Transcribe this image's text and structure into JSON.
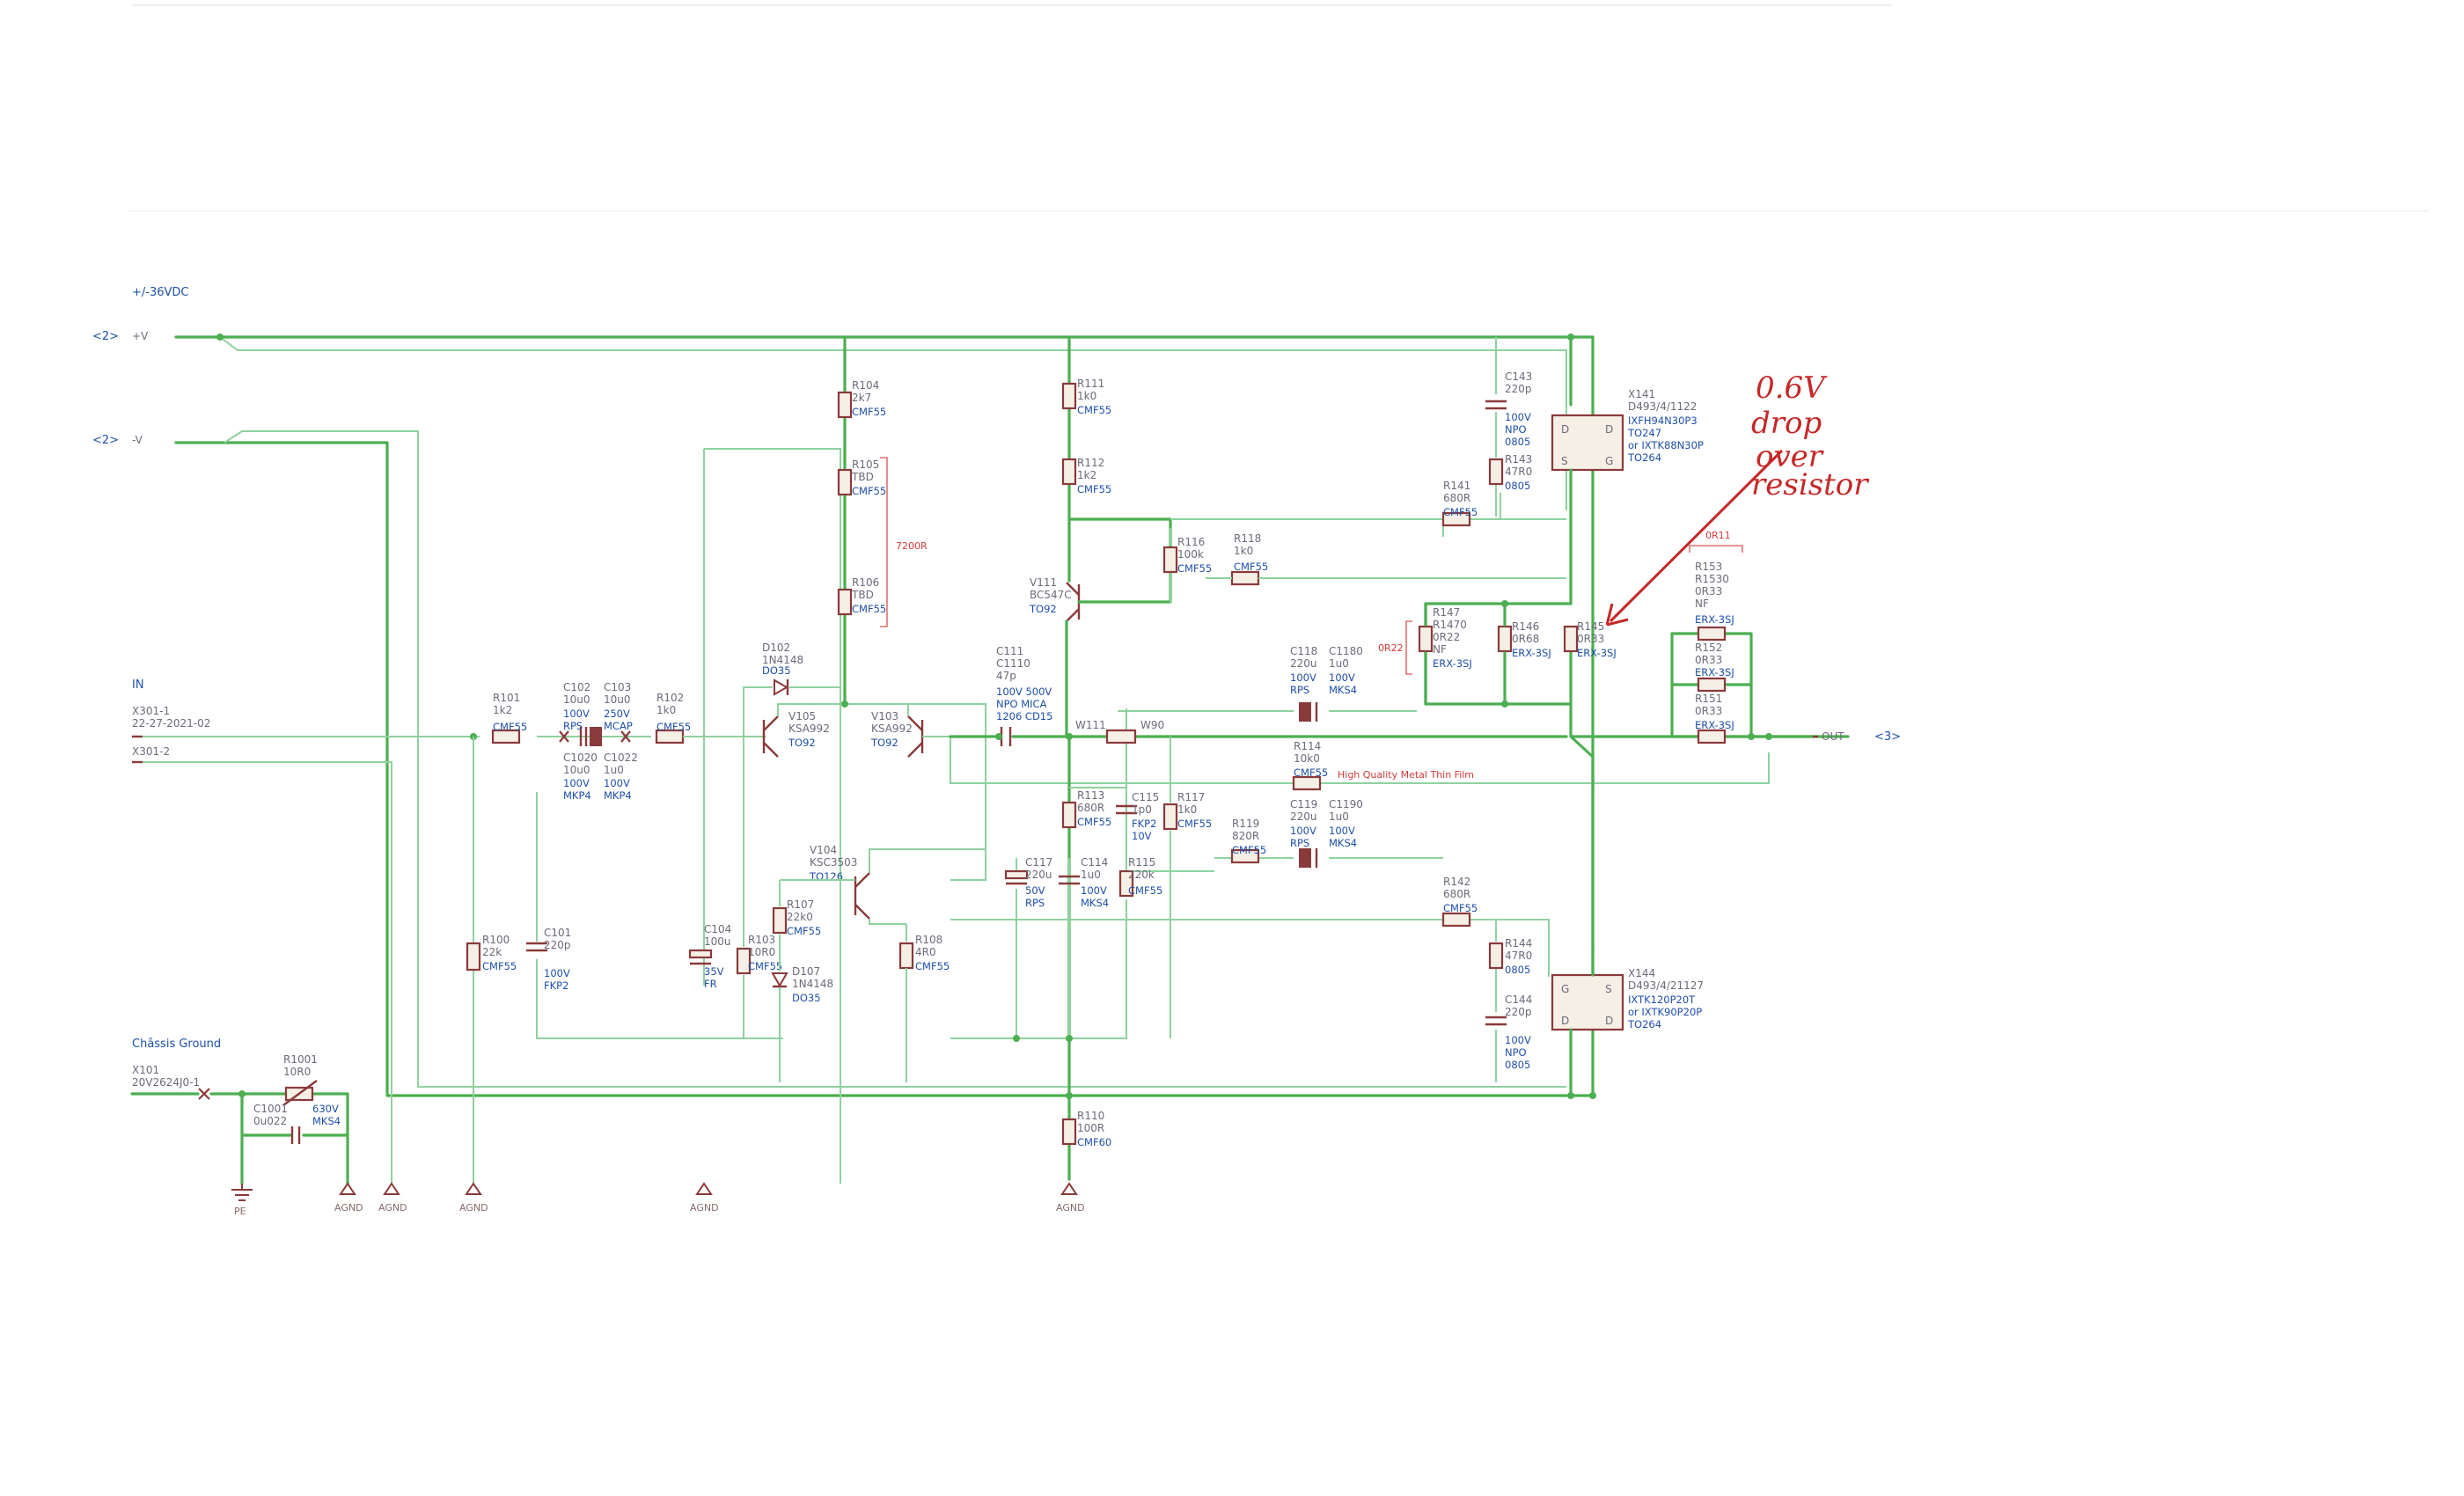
{
  "nets": {
    "supply_title": "+/-36VDC",
    "pos_port": "<2>",
    "pos_name": "+V",
    "neg_port": "<2>",
    "neg_name": "-V",
    "in_title": "IN",
    "in_conn1": "X301-1",
    "in_conn1_val": "22-27-2021-02",
    "in_conn2": "X301-2",
    "out_name": "OUT",
    "out_port": "<3>",
    "chassis_title": "Châssis Ground",
    "chassis_conn": "X101",
    "chassis_conn_val": "20V2624J0-1",
    "pe": "PE"
  },
  "grounds": [
    "AGND",
    "AGND",
    "AGND",
    "AGND",
    "AGND"
  ],
  "parts": {
    "R101": {
      "ref": "R101",
      "val": "1k2",
      "pkg": "CMF55"
    },
    "C102": {
      "ref": "C102",
      "v1": "10u0",
      "v2": "100V",
      "v3": "RPS"
    },
    "C103": {
      "ref": "C103",
      "v1": "10u0",
      "v2": "250V",
      "v3": "MCAP"
    },
    "C1020": {
      "ref": "C1020",
      "v1": "10u0",
      "v2": "100V",
      "v3": "MKP4"
    },
    "C1022": {
      "ref": "C1022",
      "v1": "1u0",
      "v2": "100V",
      "v3": "MKP4"
    },
    "R102": {
      "ref": "R102",
      "val": "1k0",
      "pkg": "CMF55"
    },
    "R100": {
      "ref": "R100",
      "val": "22k",
      "pkg": "CMF55"
    },
    "C101": {
      "ref": "C101",
      "v1": "220p",
      "v2": "100V",
      "v3": "FKP2"
    },
    "C104": {
      "ref": "C104",
      "v1": "100u",
      "v2": "35V",
      "v3": "FR"
    },
    "R103": {
      "ref": "R103",
      "val": "10R0",
      "pkg": "CMF55"
    },
    "R107": {
      "ref": "R107",
      "val": "22k0",
      "pkg": "CMF55"
    },
    "D107": {
      "ref": "D107",
      "val": "1N4148",
      "pkg": "DO35"
    },
    "D102": {
      "ref": "D102",
      "val": "1N4148",
      "pkg": "DO35"
    },
    "V105": {
      "ref": "V105",
      "val": "KSA992",
      "pkg": "TO92"
    },
    "V103": {
      "ref": "V103",
      "val": "KSA992",
      "pkg": "TO92"
    },
    "V104": {
      "ref": "V104",
      "val": "KSC3503",
      "pkg": "TO126"
    },
    "R108": {
      "ref": "R108",
      "val": "4R0",
      "pkg": "CMF55"
    },
    "R104": {
      "ref": "R104",
      "val": "2k7",
      "pkg": "CMF55"
    },
    "R105": {
      "ref": "R105",
      "val": "TBD",
      "pkg": "CMF55"
    },
    "R106": {
      "ref": "R106",
      "val": "TBD",
      "pkg": "CMF55"
    },
    "bracket_r": "7200R",
    "R111": {
      "ref": "R111",
      "val": "1k0",
      "pkg": "CMF55"
    },
    "R112": {
      "ref": "R112",
      "val": "1k2",
      "pkg": "CMF55"
    },
    "V111": {
      "ref": "V111",
      "val": "BC547C",
      "pkg": "TO92"
    },
    "R116": {
      "ref": "R116",
      "val": "100k",
      "pkg": "CMF55"
    },
    "R118": {
      "ref": "R118",
      "val": "1k0",
      "pkg": "CMF55"
    },
    "C111": {
      "ref": "C111",
      "v0": "C1110",
      "v1": "47p",
      "v2": "100V 500V",
      "v3": "NPO MICA",
      "v4": "1206 CD15"
    },
    "W111": {
      "ref": "W111",
      "val": "W90"
    },
    "C118": {
      "ref": "C118",
      "v1": "220u",
      "v2": "100V",
      "v3": "RPS"
    },
    "C1180": {
      "ref": "C1180",
      "v1": "1u0",
      "v2": "100V",
      "v3": "MKS4"
    },
    "R114": {
      "ref": "R114",
      "val": "10k0",
      "pkg": "CMF55"
    },
    "hq_note": "High Quality Metal Thin Film",
    "R113": {
      "ref": "R113",
      "val": "680R",
      "pkg": "CMF55"
    },
    "C115": {
      "ref": "C115",
      "v1": "1p0",
      "v2": "FKP2",
      "v3": "10V"
    },
    "R117": {
      "ref": "R117",
      "val": "1k0",
      "pkg": "CMF55"
    },
    "C119": {
      "ref": "C119",
      "v1": "220u",
      "v2": "100V",
      "v3": "RPS"
    },
    "C1190": {
      "ref": "C1190",
      "v1": "1u0",
      "v2": "100V",
      "v3": "MKS4"
    },
    "R119": {
      "ref": "R119",
      "val": "820R",
      "pkg": "CMF55"
    },
    "C117": {
      "ref": "C117",
      "v1": "220u",
      "v2": "50V",
      "v3": "RPS"
    },
    "C114": {
      "ref": "C114",
      "v1": "1u0",
      "v2": "100V",
      "v3": "MKS4"
    },
    "R115": {
      "ref": "R115",
      "val": "220k",
      "pkg": "CMF55"
    },
    "R110": {
      "ref": "R110",
      "val": "100R",
      "pkg": "CMF60"
    },
    "C143": {
      "ref": "C143",
      "v1": "220p",
      "v2": "100V",
      "v3": "NPO",
      "v4": "0805"
    },
    "R143": {
      "ref": "R143",
      "val": "47R0",
      "pkg": "0805"
    },
    "R141": {
      "ref": "R141",
      "val": "680R",
      "pkg": "CMF55"
    },
    "X141": {
      "ref": "X141",
      "v1": "D493/4/1122",
      "v2": "IXFH94N30P3",
      "v3": "TO247",
      "v4": "or IXTK88N30P",
      "v5": "TO264",
      "pinD1": "D",
      "pinD2": "D",
      "pinS": "S",
      "pinG": "G"
    },
    "R147": {
      "ref": "R147",
      "v0": "R1470",
      "v1": "0R22",
      "v2": "NF",
      "pkg": "ERX-3SJ"
    },
    "bracket_vr": "0R22",
    "R146": {
      "ref": "R146",
      "val": "0R68",
      "pkg": "ERX-3SJ"
    },
    "R145": {
      "ref": "R145",
      "val": "0R33",
      "pkg": "ERX-3SJ"
    },
    "R153": {
      "ref": "R153",
      "v0": "R1530",
      "v1": "0R33",
      "v2": "NF",
      "pkg": "ERX-3SJ"
    },
    "bracket_out": "0R11",
    "R152": {
      "ref": "R152",
      "val": "0R33",
      "pkg": "ERX-3SJ"
    },
    "R151": {
      "ref": "R151",
      "val": "0R33",
      "pkg": "ERX-3SJ"
    },
    "R142": {
      "ref": "R142",
      "val": "680R",
      "pkg": "CMF55"
    },
    "R144": {
      "ref": "R144",
      "val": "47R0",
      "pkg": "0805"
    },
    "C144": {
      "ref": "C144",
      "v1": "220p",
      "v2": "100V",
      "v3": "NPO",
      "v4": "0805"
    },
    "X144": {
      "ref": "X144",
      "v1": "D493/4/21127",
      "v2": "IXTK120P20T",
      "v3": "or IXTK90P20P",
      "v4": "TO264",
      "pinG": "G",
      "pinS": "S",
      "pinD1": "D",
      "pinD2": "D"
    },
    "R1001": {
      "ref": "R1001",
      "val": "10R0"
    },
    "C1001": {
      "ref": "C1001",
      "v1": "0u022",
      "v2": "630V",
      "v3": "MKS4"
    }
  },
  "annotation": {
    "lines": [
      "0.6V",
      "drop",
      "over",
      "resistor"
    ],
    "color": "#c62828"
  },
  "colors": {
    "wire": "#4caf50",
    "component": "#8a3a3a",
    "value": "#1e4fa8",
    "label": "#6b6b7a"
  }
}
